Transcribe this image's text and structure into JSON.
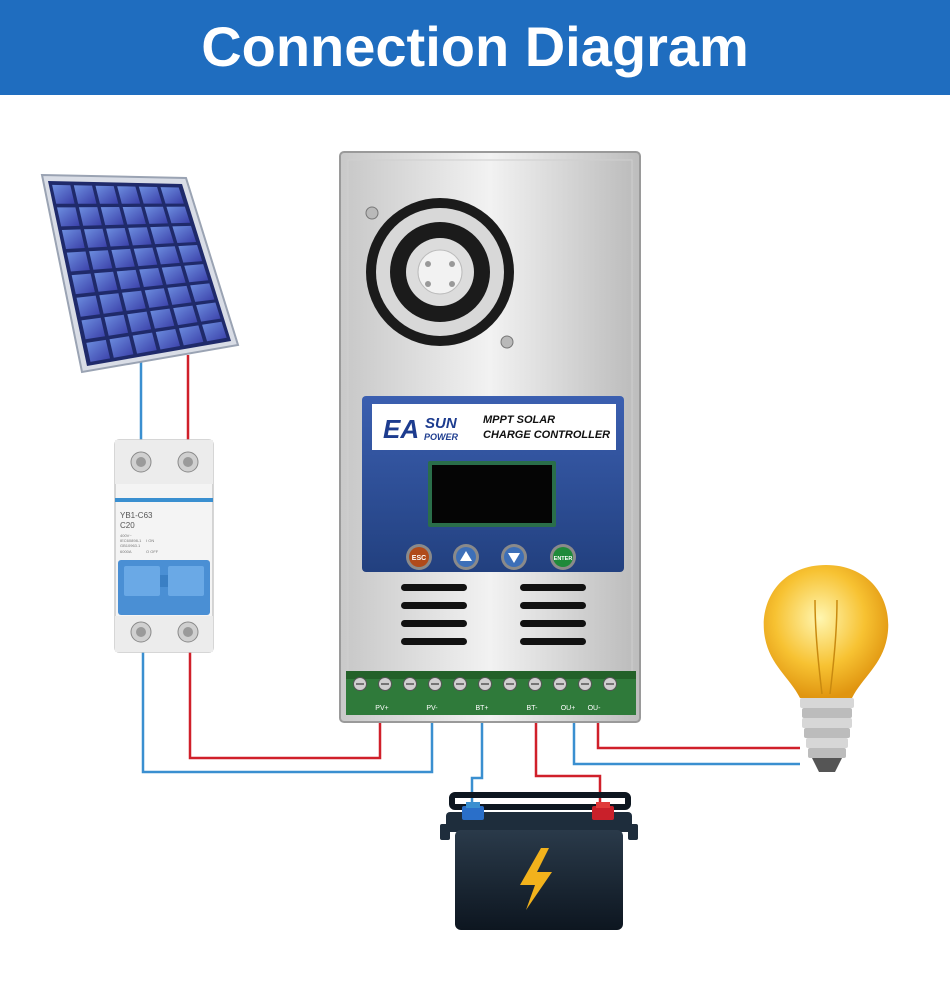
{
  "header": {
    "title": "Connection Diagram"
  },
  "controller": {
    "brand_top": "EA",
    "brand_sun": "SUN",
    "brand_power": "POWER",
    "product_line1": "MPPT SOLAR",
    "product_line2": "CHARGE CONTROLLER",
    "buttons": {
      "esc": "ESC",
      "enter": "ENTER"
    },
    "terminals": {
      "pv_pos": "PV+",
      "pv_neg": "PV-",
      "bt_pos": "BT+",
      "bt_neg": "BT-",
      "out_pos": "OU+",
      "out_neg": "OU-"
    }
  },
  "breaker": {
    "model": "YB1-C63",
    "rating": "C20",
    "spec_lines": [
      "400V~",
      "IEC60898-1",
      "GB10963.1",
      "6000A"
    ],
    "on_label": "I ON",
    "off_label": "O OFF"
  },
  "colors": {
    "header": "#1f6dbf",
    "wire_positive": "#d0202a",
    "wire_negative": "#3a8fd0",
    "brand_blue": "#1d3c8f",
    "esc_button": "#b04a1a",
    "enter_button": "#1f8a3a",
    "nav_button": "#3d6fb8"
  },
  "icons": [
    "solar-panel-icon",
    "circuit-breaker-icon",
    "charge-controller-icon",
    "battery-icon",
    "light-bulb-icon",
    "lightning-icon",
    "fan-icon"
  ]
}
